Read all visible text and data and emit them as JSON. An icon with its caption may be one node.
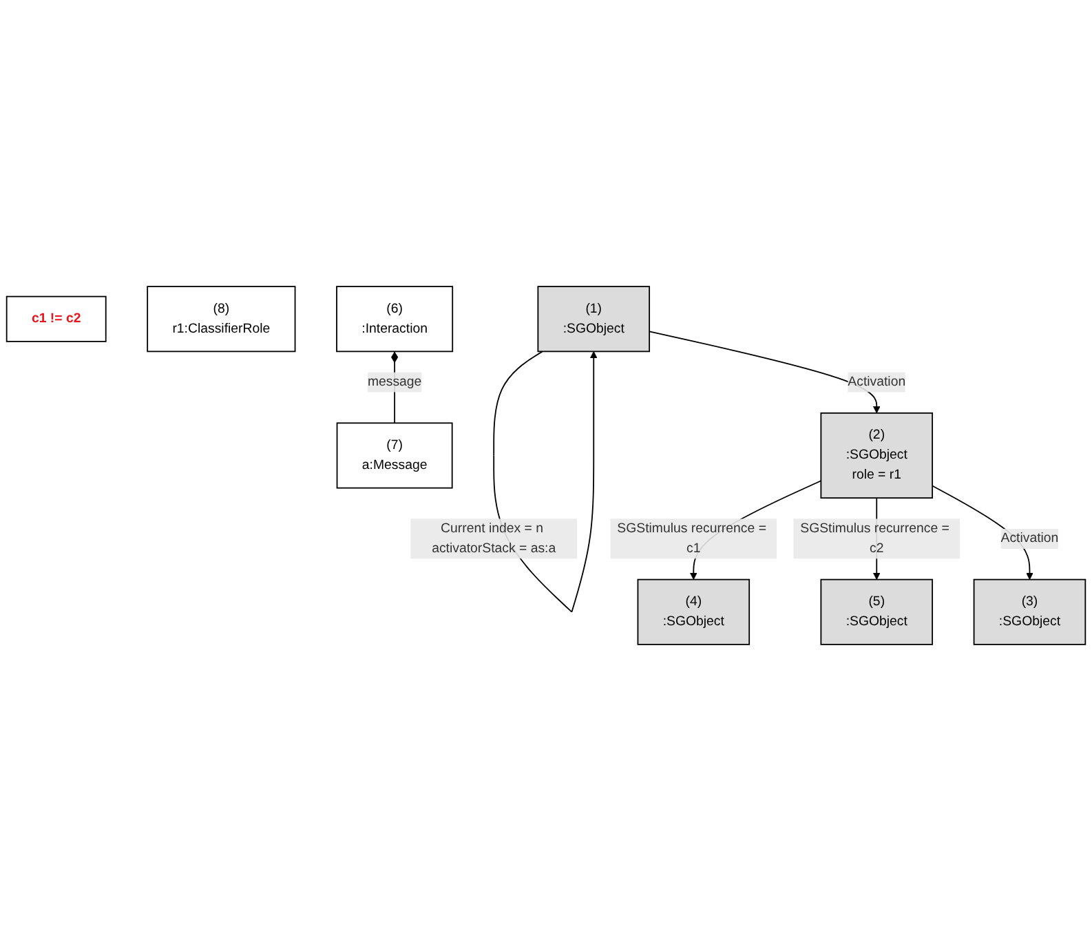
{
  "diagram": {
    "nodes": [
      {
        "text": [
          "(1)",
          ":SGObject"
        ]
      },
      {
        "text": [
          "(2)",
          ":SGObject",
          "role = r1"
        ]
      },
      {
        "text": [
          "(3)",
          ":SGObject"
        ]
      },
      {
        "text": [
          "(4)",
          ":SGObject"
        ]
      },
      {
        "text": [
          "(5)",
          ":SGObject"
        ]
      },
      {
        "text": [
          "(6)",
          ":Interaction"
        ]
      },
      {
        "text": [
          "(7)",
          "a:Message"
        ]
      },
      {
        "text": [
          "(8)",
          "r1:ClassifierRole"
        ]
      },
      {
        "text": [
          "c1 != c2"
        ]
      }
    ],
    "edges": [
      {
        "from": 0,
        "to": 0,
        "arrow": "to",
        "label": "Current index = n activatorStack = as:a"
      },
      {
        "from": 0,
        "to": 1,
        "arrow": "to",
        "label": "Activation"
      },
      {
        "from": 1,
        "to": 3,
        "arrow": "to",
        "label": "SGStimulus recurrence = c1"
      },
      {
        "from": 1,
        "to": 4,
        "arrow": "to",
        "label": "SGStimulus recurrence = c2"
      },
      {
        "from": 1,
        "to": 2,
        "arrow": "to",
        "label": "Activation"
      },
      {
        "from": 5,
        "to": 6,
        "arrow": "other",
        "label": "message"
      }
    ]
  }
}
